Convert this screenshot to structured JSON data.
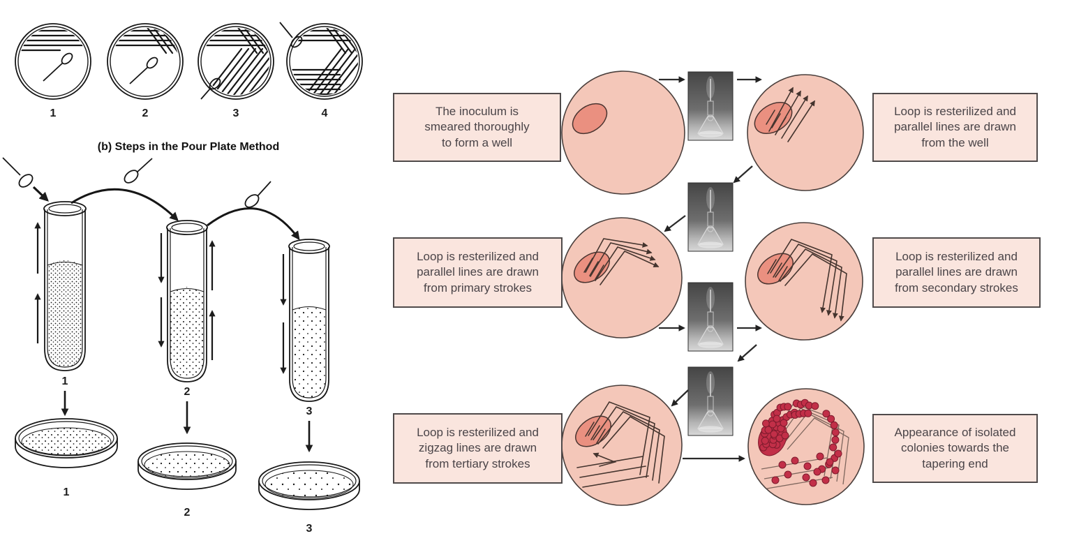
{
  "colors": {
    "plate_fill": "#f4c7b9",
    "well_fill": "#ea9080",
    "colony": "#c22f48",
    "box_fill": "#fae5de",
    "box_border": "#4f4a4a",
    "ink": "#161616"
  },
  "figure": {
    "streak_plates": {
      "numbers": [
        "1",
        "2",
        "3",
        "4"
      ]
    },
    "pour_plate": {
      "caption": "(b) Steps in the Pour Plate Method",
      "tube_numbers": [
        "1",
        "2",
        "3"
      ],
      "dish_numbers": [
        "1",
        "2",
        "3"
      ]
    },
    "quadrant_method": {
      "steps": [
        {
          "lines": [
            "The inoculum is",
            "smeared thoroughly",
            "to form a well"
          ]
        },
        {
          "lines": [
            "Loop is resterilized and",
            "parallel lines are drawn",
            "from the well"
          ]
        },
        {
          "lines": [
            "Loop is resterilized and",
            "parallel lines are drawn",
            "from primary strokes"
          ]
        },
        {
          "lines": [
            "Loop is resterilized and",
            "parallel lines are drawn",
            "from secondary strokes"
          ]
        },
        {
          "lines": [
            "Loop is resterilized and",
            "zigzag lines are drawn",
            "from tertiary strokes"
          ]
        },
        {
          "lines": [
            "Appearance of isolated",
            "colonies towards the",
            "tapering end"
          ]
        }
      ]
    }
  }
}
